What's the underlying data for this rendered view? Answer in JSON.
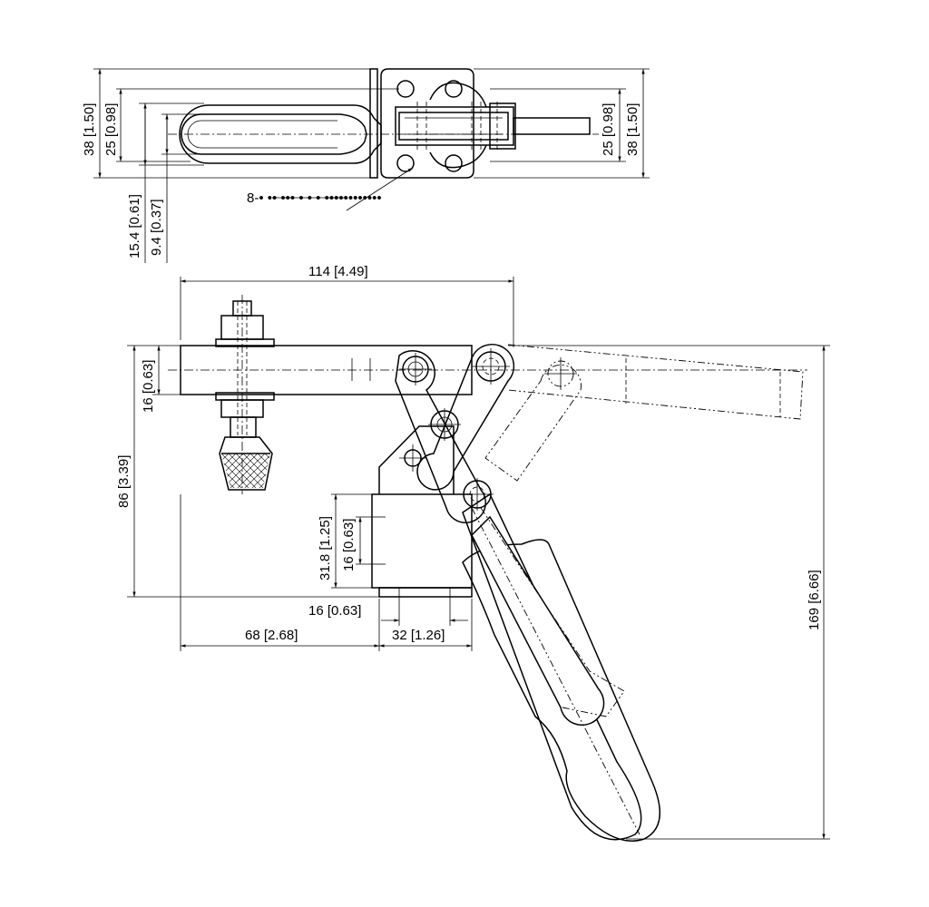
{
  "dimensions": {
    "top_left_outer": "38 [1.50]",
    "top_left_inner": "25 [0.98]",
    "top_right_inner": "25 [0.98]",
    "top_right_outer": "38 [1.50]",
    "slot_outer": "15.4 [0.61]",
    "slot_inner": "9.4 [0.37]",
    "holes_note": "8-• •• ••• • • • ••••••••••••",
    "overall_length": "114 [4.49]",
    "bar_thickness": "16 [0.63]",
    "height_total": "86 [3.39]",
    "base_height": "31.8 [1.25]",
    "base_hole_spacing": "16 [0.63]",
    "base_offset": "16 [0.63]",
    "spindle_offset": "68 [2.68]",
    "base_width": "32 [1.26]",
    "overall_height": "169 [6.66]"
  },
  "colors": {
    "line": "#000000",
    "background": "#ffffff"
  }
}
